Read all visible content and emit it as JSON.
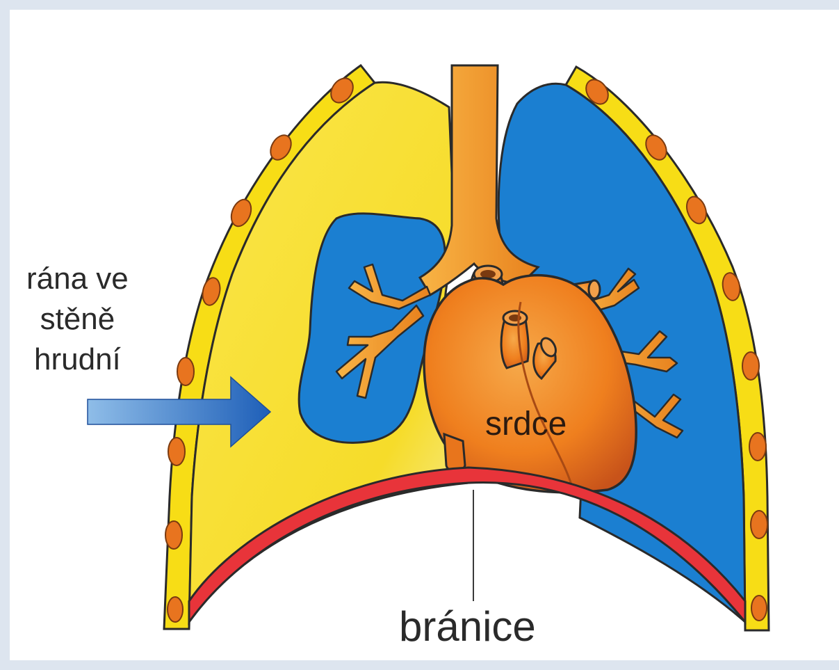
{
  "labels": {
    "wound": [
      "rána ve",
      "stěně",
      "hrudní"
    ],
    "heart": "srdce",
    "diaphragm": "bránice"
  },
  "colors": {
    "chest_wall": "#f7dd16",
    "rib": "#e8741f",
    "collapsed_lung": "#f9e33a",
    "healthy_lung": "#1b7fd1",
    "heart": "#f0801c",
    "airway": "#f39a28",
    "diaphragm": "#e8343a",
    "arrow": "#2a6fc4"
  }
}
